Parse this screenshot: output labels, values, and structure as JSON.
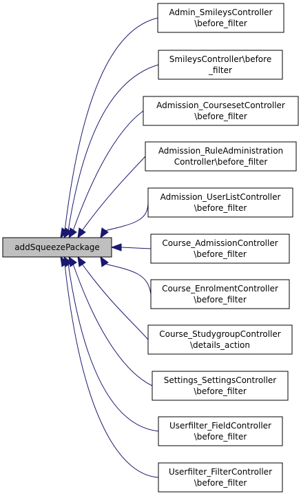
{
  "focus_node": {
    "label": "addSqueezePackage"
  },
  "callers": [
    {
      "lines": [
        "Admin_SmileysController",
        "\\before_filter"
      ]
    },
    {
      "lines": [
        "SmileysController\\before",
        "_filter"
      ]
    },
    {
      "lines": [
        "Admission_CoursesetController",
        "\\before_filter"
      ]
    },
    {
      "lines": [
        "Admission_RuleAdministration",
        "Controller\\before_filter"
      ]
    },
    {
      "lines": [
        "Admission_UserListController",
        "\\before_filter"
      ]
    },
    {
      "lines": [
        "Course_AdmissionController",
        "\\before_filter"
      ]
    },
    {
      "lines": [
        "Course_EnrolmentController",
        "\\before_filter"
      ]
    },
    {
      "lines": [
        "Course_StudygroupController",
        "\\details_action"
      ]
    },
    {
      "lines": [
        "Settings_SettingsController",
        "\\before_filter"
      ]
    },
    {
      "lines": [
        "Userfilter_FieldController",
        "\\before_filter"
      ]
    },
    {
      "lines": [
        "Userfilter_FilterController",
        "\\before_filter"
      ]
    }
  ],
  "colors": {
    "edge": "#191970",
    "focus_fill": "#bfbfbf",
    "node_border": "#000000"
  }
}
